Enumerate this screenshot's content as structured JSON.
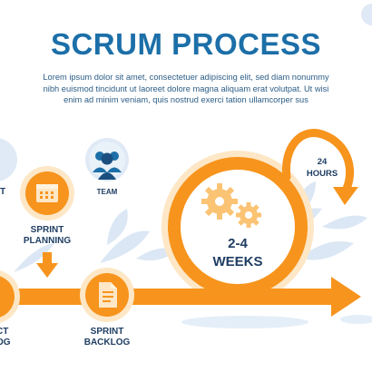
{
  "header": {
    "title": "SCRUM PROCESS",
    "description_lines": [
      "Lorem ipsum dolor sit amet, consectetuer adipiscing elit, sed diam nonummy",
      "nibh euismod tincidunt ut laoreet dolore magna aliquam erat volutpat. Ut wisi",
      "enim ad minim veniam, quis nostrud exerci tation ullamcorper sus"
    ]
  },
  "nodes": {
    "team": {
      "label": "TEAM",
      "icon": "team-icon"
    },
    "sprint_planning": {
      "label_lines": [
        "SPRINT",
        "PLANNING"
      ],
      "icon": "calendar-icon"
    },
    "sprint_backlog": {
      "label_lines": [
        "SPRINT",
        "BACKLOG"
      ],
      "icon": "document-icon"
    },
    "product_backlog_partial": {
      "label_lines": [
        "CT",
        "OG"
      ]
    },
    "partial_left_label": "T"
  },
  "cycle": {
    "duration_lines": [
      "2-4",
      "WEEKS"
    ],
    "daily_lines": [
      "24",
      "HOURS"
    ],
    "icon": "gears-icon"
  },
  "colors": {
    "primary_orange": "#f7941d",
    "light_orange": "#fde7c6",
    "title_blue": "#1c6fa8",
    "dark_blue": "#1f3e63",
    "light_blue": "#dfeaf6"
  }
}
